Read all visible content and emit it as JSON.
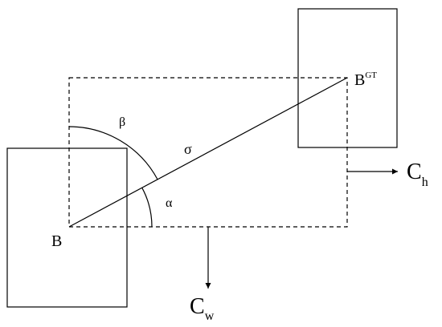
{
  "labels": {
    "b": "B",
    "b_gt_base": "B",
    "b_gt_sup": "GT",
    "sigma": "σ",
    "alpha": "α",
    "beta": "β",
    "c_h_base": "C",
    "c_h_sub": "h",
    "c_w_base": "C",
    "c_w_sub": "w"
  },
  "colors": {
    "stroke": "#000000",
    "background": "#ffffff"
  }
}
